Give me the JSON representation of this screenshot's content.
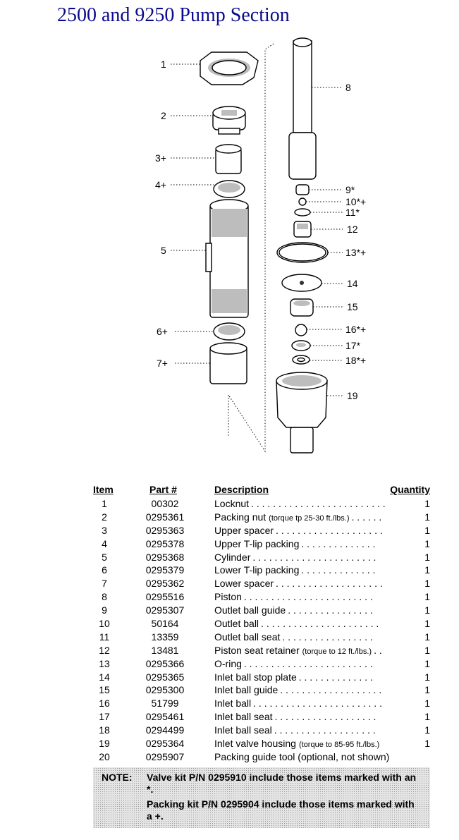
{
  "title": "2500 and 9250 Pump Section",
  "callouts": [
    "1",
    "2",
    "3+",
    "4+",
    "5",
    "6+",
    "7+",
    "8",
    "9*",
    "10*+",
    "11*",
    "12",
    "13*+",
    "14",
    "15",
    "16*+",
    "17*",
    "18*+",
    "19"
  ],
  "table": {
    "headers": {
      "item": "Item",
      "part": "Part #",
      "description": "Description",
      "quantity": "Quantity"
    },
    "rows": [
      {
        "item": "1",
        "part": "00302",
        "desc": "Locknut",
        "note": "",
        "dots": ". . . . . . . . . . . . . . . . . . . . . . . . .",
        "qty": "1"
      },
      {
        "item": "2",
        "part": "0295361",
        "desc": "Packing nut",
        "note": "(torque tp 25-30 ft./lbs.)",
        "dots": ". . . . . .",
        "qty": "1"
      },
      {
        "item": "3",
        "part": "0295363",
        "desc": "Upper spacer",
        "note": "",
        "dots": ". . . . . . . . . . . . . . . . . . . .",
        "qty": "1"
      },
      {
        "item": "4",
        "part": "0295378",
        "desc": "Upper T-lip packing",
        "note": "",
        "dots": ". . . . . . . . . . . . . .",
        "qty": "1"
      },
      {
        "item": "5",
        "part": "0295368",
        "desc": "Cylinder",
        "note": "",
        "dots": ". . . . . . . . . . . . . . . . . . . . . . .",
        "qty": "1"
      },
      {
        "item": "6",
        "part": "0295379",
        "desc": "Lower T-lip packing",
        "note": "",
        "dots": ". . . . . . . . . . . . . .",
        "qty": "1"
      },
      {
        "item": "7",
        "part": "0295362",
        "desc": "Lower spacer",
        "note": "",
        "dots": ". . . . . . . . . . . . . . . . . . . .",
        "qty": "1"
      },
      {
        "item": "8",
        "part": "0295516",
        "desc": "Piston",
        "note": "",
        "dots": ". . . . . . . . . . . . . . . . . . . . . . . .",
        "qty": "1"
      },
      {
        "item": "9",
        "part": "0295307",
        "desc": "Outlet ball guide",
        "note": "",
        "dots": ". . . . . . . . . . . . . . . .",
        "qty": "1"
      },
      {
        "item": "10",
        "part": "50164",
        "desc": "Outlet ball",
        "note": "",
        "dots": ". . . . . . . . . . . . . . . . . . . . . .",
        "qty": "1"
      },
      {
        "item": "11",
        "part": "13359",
        "desc": "Outlet ball seat",
        "note": "",
        "dots": ". . . . . . . . . . . . . . . . .",
        "qty": "1"
      },
      {
        "item": "12",
        "part": "13481",
        "desc": "Piston seat retainer",
        "note": "(torque to 12 ft./lbs.)",
        "dots": ". .",
        "qty": "1"
      },
      {
        "item": "13",
        "part": "0295366",
        "desc": "O-ring",
        "note": "",
        "dots": ". . . . . . . . . . . . . . . . . . . . . . . .",
        "qty": "1"
      },
      {
        "item": "14",
        "part": "0295365",
        "desc": "Inlet ball stop plate",
        "note": "",
        "dots": ". . . . . . . . . . . . . .",
        "qty": "1"
      },
      {
        "item": "15",
        "part": "0295300",
        "desc": "Inlet ball guide",
        "note": "",
        "dots": ". . . . . . . . . . . . . . . . . . .",
        "qty": "1"
      },
      {
        "item": "16",
        "part": "51799",
        "desc": "Inlet ball",
        "note": "",
        "dots": ". . . . . . . . . . . . . . . . . . . . . . . .",
        "qty": "1"
      },
      {
        "item": "17",
        "part": "0295461",
        "desc": "Inlet ball seat",
        "note": "",
        "dots": ". . . . . . . . . . . . . . . . . . .",
        "qty": "1"
      },
      {
        "item": "18",
        "part": "0294499",
        "desc": "Inlet ball seal",
        "note": "",
        "dots": ". . . . . . . . . . . . . . . . . . .",
        "qty": "1"
      },
      {
        "item": "19",
        "part": "0295364",
        "desc": "Inlet valve housing",
        "note": "(torque to 85-95 ft./lbs.)",
        "dots": "",
        "qty": "1"
      },
      {
        "item": "20",
        "part": "0295907",
        "desc": "Packing guide tool (optional, not shown)",
        "note": "",
        "dots": "",
        "qty": ""
      }
    ]
  },
  "note": {
    "label": "NOTE:",
    "valve_kit": "Valve kit P/N 0295910 include those items marked with an *.",
    "packing_kit": "Packing kit P/N 0295904 include those items marked with a +."
  }
}
